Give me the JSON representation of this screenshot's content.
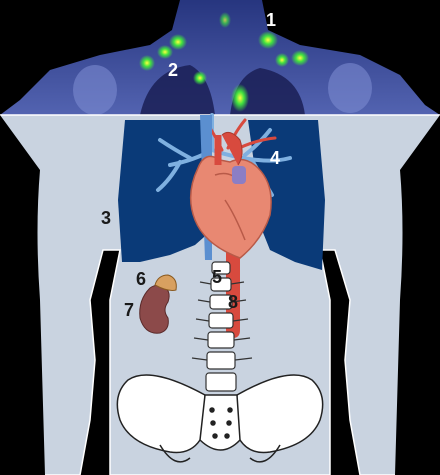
{
  "figure": {
    "labels": [
      {
        "id": "1",
        "text": "1",
        "color": "#ffffff"
      },
      {
        "id": "2",
        "text": "2",
        "color": "#ffffff"
      },
      {
        "id": "3",
        "text": "3",
        "color": "#1a1a1a"
      },
      {
        "id": "4",
        "text": "4",
        "color": "#ffffff"
      },
      {
        "id": "5",
        "text": "5",
        "color": "#1a1a1a"
      },
      {
        "id": "6",
        "text": "6",
        "color": "#1a1a1a"
      },
      {
        "id": "7",
        "text": "7",
        "color": "#1a1a1a"
      },
      {
        "id": "8",
        "text": "8",
        "color": "#1a1a1a"
      }
    ],
    "colors": {
      "background": "#000000",
      "body": "#c9d3e0",
      "scan": "#4f5fb0",
      "lungs": "#0a3a78",
      "heart": "#e88872",
      "aorta": "#d84a3e",
      "vena_cava": "#5b8fd0",
      "kidney": "#8c4a4a",
      "adrenal": "#d8a060",
      "bone": "#ffffff"
    }
  }
}
